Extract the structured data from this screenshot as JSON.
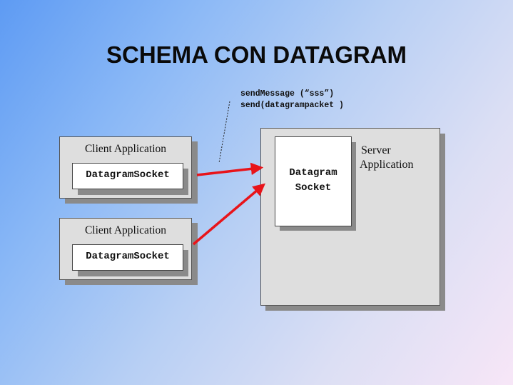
{
  "title": "SCHEMA CON DATAGRAM",
  "annotation": {
    "line1": "sendMessage (“sss”)",
    "line2": "send(datagrampacket )"
  },
  "clients": [
    {
      "label": "Client Application",
      "socket": "DatagramSocket"
    },
    {
      "label": "Client Application",
      "socket": "DatagramSocket"
    }
  ],
  "server": {
    "label_line1": "Server",
    "label_line2": "Application",
    "socket_line1": "Datagram",
    "socket_line2": "Socket"
  },
  "colors": {
    "arrow": "#e8141a",
    "box_fill": "#dedede",
    "shadow": "#8a8a8a"
  }
}
